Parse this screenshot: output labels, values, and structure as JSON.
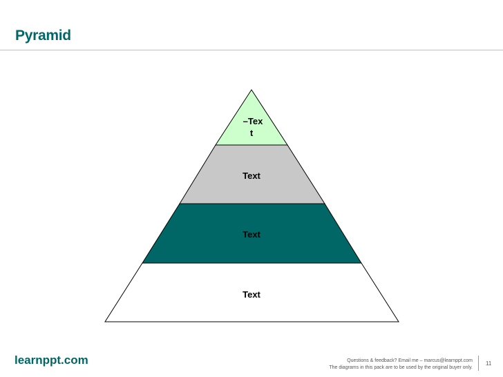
{
  "slide": {
    "title": "Pyramid",
    "brand": "learnppt.com",
    "footer_line1": "Questions & feedback?  Email me – marcus@learnppt.com",
    "footer_line2": "The diagrams in this pack are to be used by the original buyer only.",
    "page_number": "11"
  },
  "pyramid": {
    "tiers": [
      {
        "label_line1": "–Tex",
        "label_line2": "t",
        "fill": "#ccffcc"
      },
      {
        "label": "Text",
        "fill": "#c8c8c8"
      },
      {
        "label": "Text",
        "fill": "#006666"
      },
      {
        "label": "Text",
        "fill": "#ffffff"
      }
    ]
  },
  "colors": {
    "accent": "#006666",
    "outline": "#000000"
  }
}
